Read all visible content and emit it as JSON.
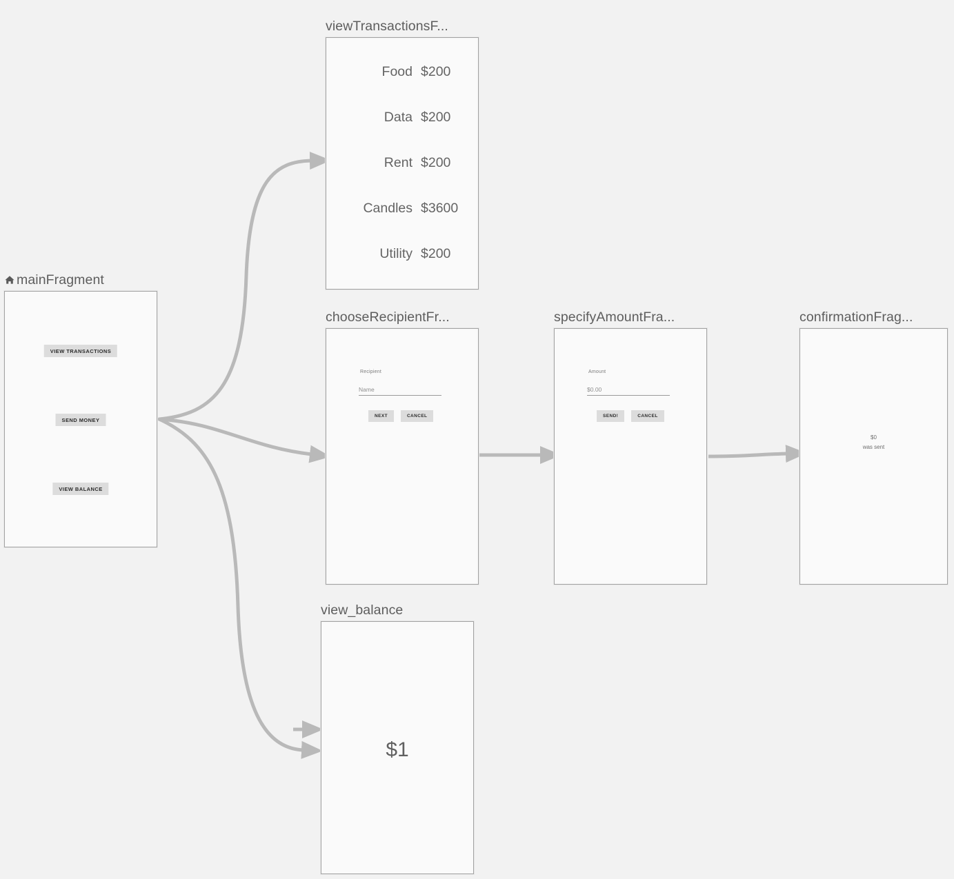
{
  "graph": {
    "background_color": "#f2f2f2",
    "edge_color": "#b9b9b9",
    "panel_color": "#fafafa",
    "panel_border_color": "#a2a2a2",
    "button_color": "#dcdcdc"
  },
  "destinations": {
    "main": {
      "title": "mainFragment",
      "is_start_destination": true,
      "start_icon": "home-icon",
      "buttons": [
        {
          "label": "VIEW TRANSACTIONS"
        },
        {
          "label": "SEND MONEY"
        },
        {
          "label": "VIEW BALANCE"
        }
      ]
    },
    "transactions": {
      "title": "viewTransactionsF...",
      "rows": [
        {
          "name": "Food",
          "amount": "$200"
        },
        {
          "name": "Data",
          "amount": "$200"
        },
        {
          "name": "Rent",
          "amount": "$200"
        },
        {
          "name": "Candles",
          "amount": "$3600"
        },
        {
          "name": "Utility",
          "amount": "$200"
        }
      ]
    },
    "recipient": {
      "title": "chooseRecipientFr...",
      "field_label": "Recipient",
      "field_placeholder": "Name",
      "field_value": "",
      "primary_button": "NEXT",
      "secondary_button": "CANCEL"
    },
    "amount": {
      "title": "specifyAmountFra...",
      "field_label": "Amount",
      "field_placeholder": "$0.00",
      "field_value": "",
      "primary_button": "SEND!",
      "secondary_button": "CANCEL"
    },
    "confirmation": {
      "title": "confirmationFrag...",
      "amount": "$0",
      "message": "was sent"
    },
    "balance": {
      "title": "view_balance",
      "balance": "$1"
    }
  },
  "edges": [
    {
      "from": "main",
      "to": "transactions"
    },
    {
      "from": "main",
      "to": "recipient"
    },
    {
      "from": "main",
      "to": "balance"
    },
    {
      "from": "recipient",
      "to": "amount"
    },
    {
      "from": "amount",
      "to": "confirmation"
    },
    {
      "from": "main",
      "to": "balance-secondary"
    }
  ]
}
